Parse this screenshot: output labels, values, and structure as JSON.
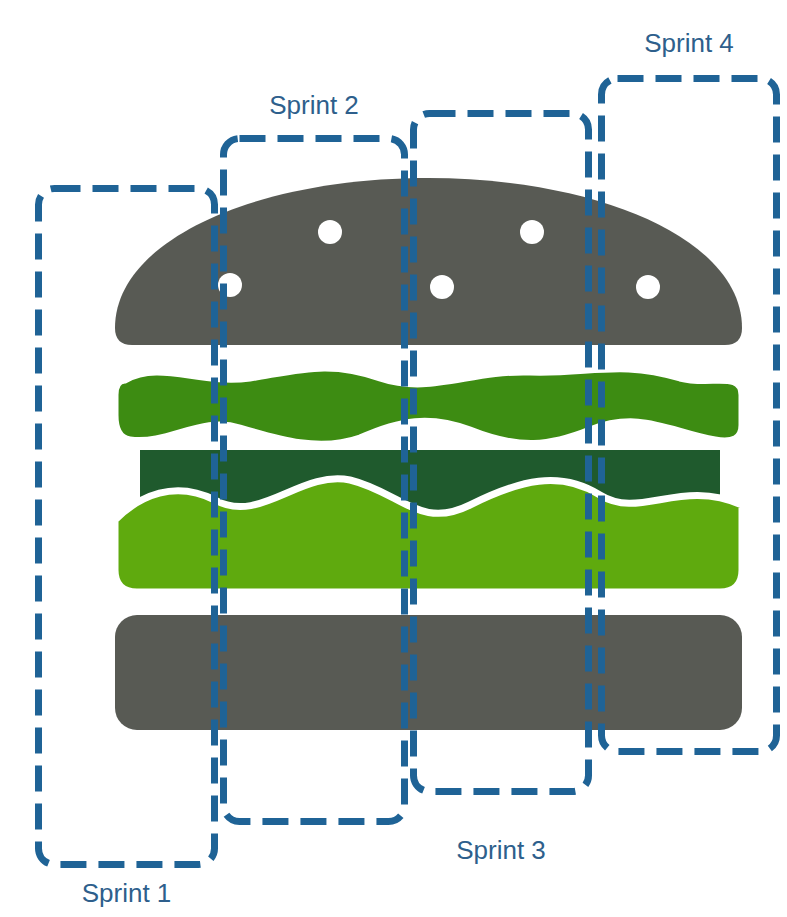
{
  "diagram": {
    "nodes": [
      {
        "text": [
          "Sprint 1"
        ]
      },
      {
        "text": [
          "Sprint 2"
        ]
      },
      {
        "text": [
          "Sprint 3"
        ]
      },
      {
        "text": [
          "Sprint 4"
        ]
      }
    ]
  }
}
